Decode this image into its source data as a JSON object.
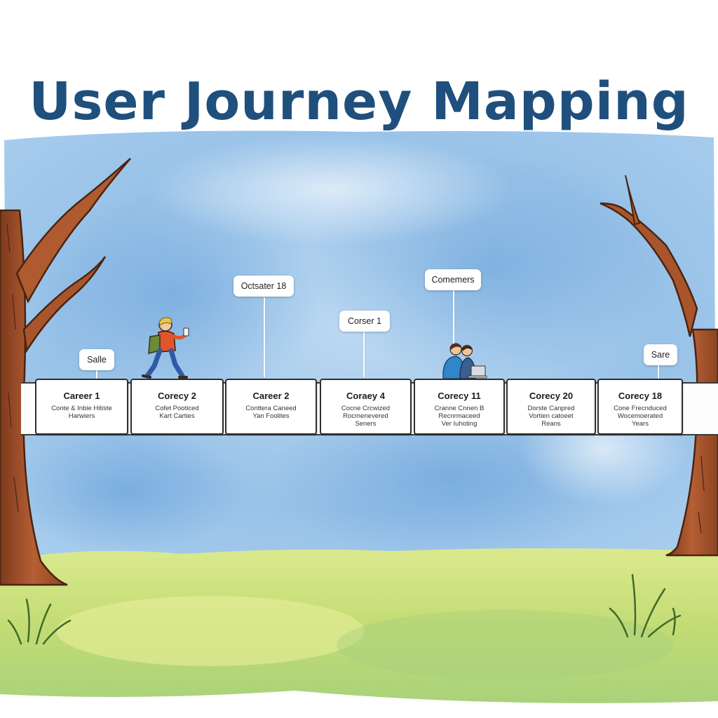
{
  "title": "User Journey Mapping",
  "colors": {
    "title": "#1f4f7d",
    "sky": "#9cc6ea",
    "grass": "#c9df7a",
    "tree": "#a0512c"
  },
  "stages": [
    {
      "title": "Career 1",
      "lines": [
        "Conte & Inbie Hitiste",
        "Harwiers"
      ]
    },
    {
      "title": "Corecy 2",
      "lines": [
        "Cofet Pooticed",
        "Kart Carties"
      ]
    },
    {
      "title": "Career 2",
      "lines": [
        "Conttera Caneed",
        "Yan Foolites"
      ]
    },
    {
      "title": "Coraey 4",
      "lines": [
        "Cocne Crcwized",
        "Rocmenevered",
        "Seners"
      ]
    },
    {
      "title": "Corecy 11",
      "lines": [
        "Cranne Cnnen B",
        "Recnrmaceed",
        "Ver Iuhoting"
      ]
    },
    {
      "title": "Corecy 20",
      "lines": [
        "Dorste Canpred",
        "Vortien catoeet",
        "Reans"
      ]
    },
    {
      "title": "Corecy 18",
      "lines": [
        "Cone Frecnduced",
        "Wocemoerated",
        "Years"
      ]
    }
  ],
  "callouts": [
    {
      "label": "Salle"
    },
    {
      "label": "Octsater 18"
    },
    {
      "label": "Corser 1"
    },
    {
      "label": "Comemers"
    },
    {
      "label": "Sare"
    }
  ],
  "icons": {
    "walker": "person-walking-with-phone-icon",
    "group": "two-people-with-laptop-icon",
    "trees": "tree-icon"
  }
}
